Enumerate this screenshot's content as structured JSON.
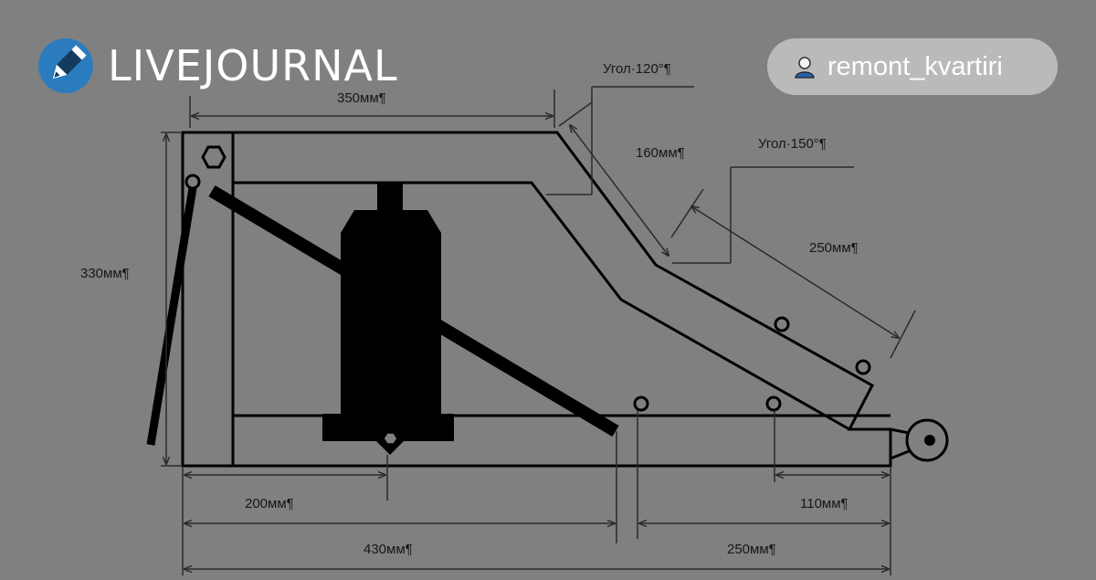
{
  "header": {
    "brand_name": "LIVEJOURNAL",
    "user_name": "remont_kvartiri",
    "brand_color": "#2b7bbf",
    "pen_icon": "pen-nib-icon",
    "user_icon": "user-icon"
  },
  "drawing": {
    "labels": {
      "angle_120": "Угол·120°¶",
      "angle_150": "Угол·150°¶",
      "width_350": "350мм¶",
      "diag_160": "160мм¶",
      "diag_250": "250мм¶",
      "height_330": "330мм¶",
      "dim_200": "200мм¶",
      "dim_110": "110мм¶",
      "dim_430": "430мм¶",
      "dim_250_bottom": "250мм¶"
    }
  }
}
